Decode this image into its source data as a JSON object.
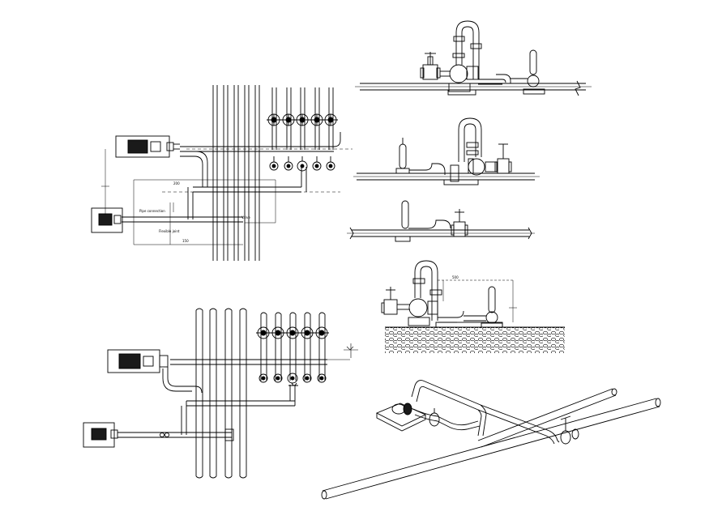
{
  "drawing": {
    "background": "#ffffff",
    "line_color": "#000000",
    "fill_dark": "#1a1a1a"
  },
  "plan_upper": {
    "labels": {
      "note_a": "Pipe connection",
      "note_b": "Flexible joint",
      "note_c": "Valve",
      "dim_a": "200",
      "dim_b": "150"
    },
    "valves_top_count": 5,
    "valves_bottom_count": 5
  },
  "plan_lower": {
    "valves_top_count": 5,
    "valves_bottom_count": 5
  },
  "elevations": {
    "dim_label": "500"
  }
}
